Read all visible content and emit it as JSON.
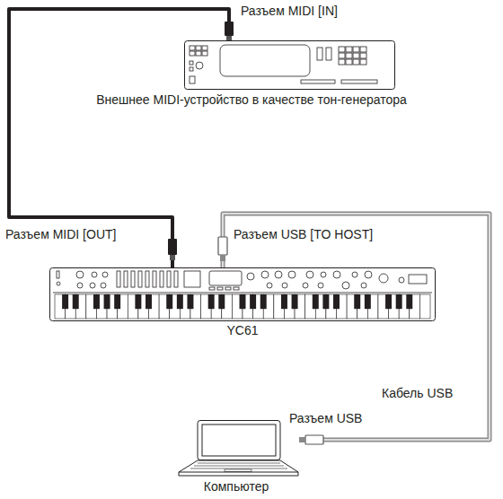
{
  "diagram": {
    "nodes": [
      {
        "text": [
          "Внешнее MIDI-устройство в качестве тон-генератора"
        ]
      },
      {
        "text": [
          "YC61"
        ]
      },
      {
        "text": [
          "Компьютер"
        ]
      }
    ],
    "edges": [
      {
        "from": 1,
        "to": 0,
        "arrow": "none"
      },
      {
        "from": 1,
        "to": 2,
        "arrow": "none",
        "label": "Кабель USB"
      }
    ],
    "labels": [
      "Разъем MIDI [IN]",
      "Разъем MIDI [OUT]",
      "Разъем USB [TO HOST]",
      "Разъем USB"
    ]
  }
}
